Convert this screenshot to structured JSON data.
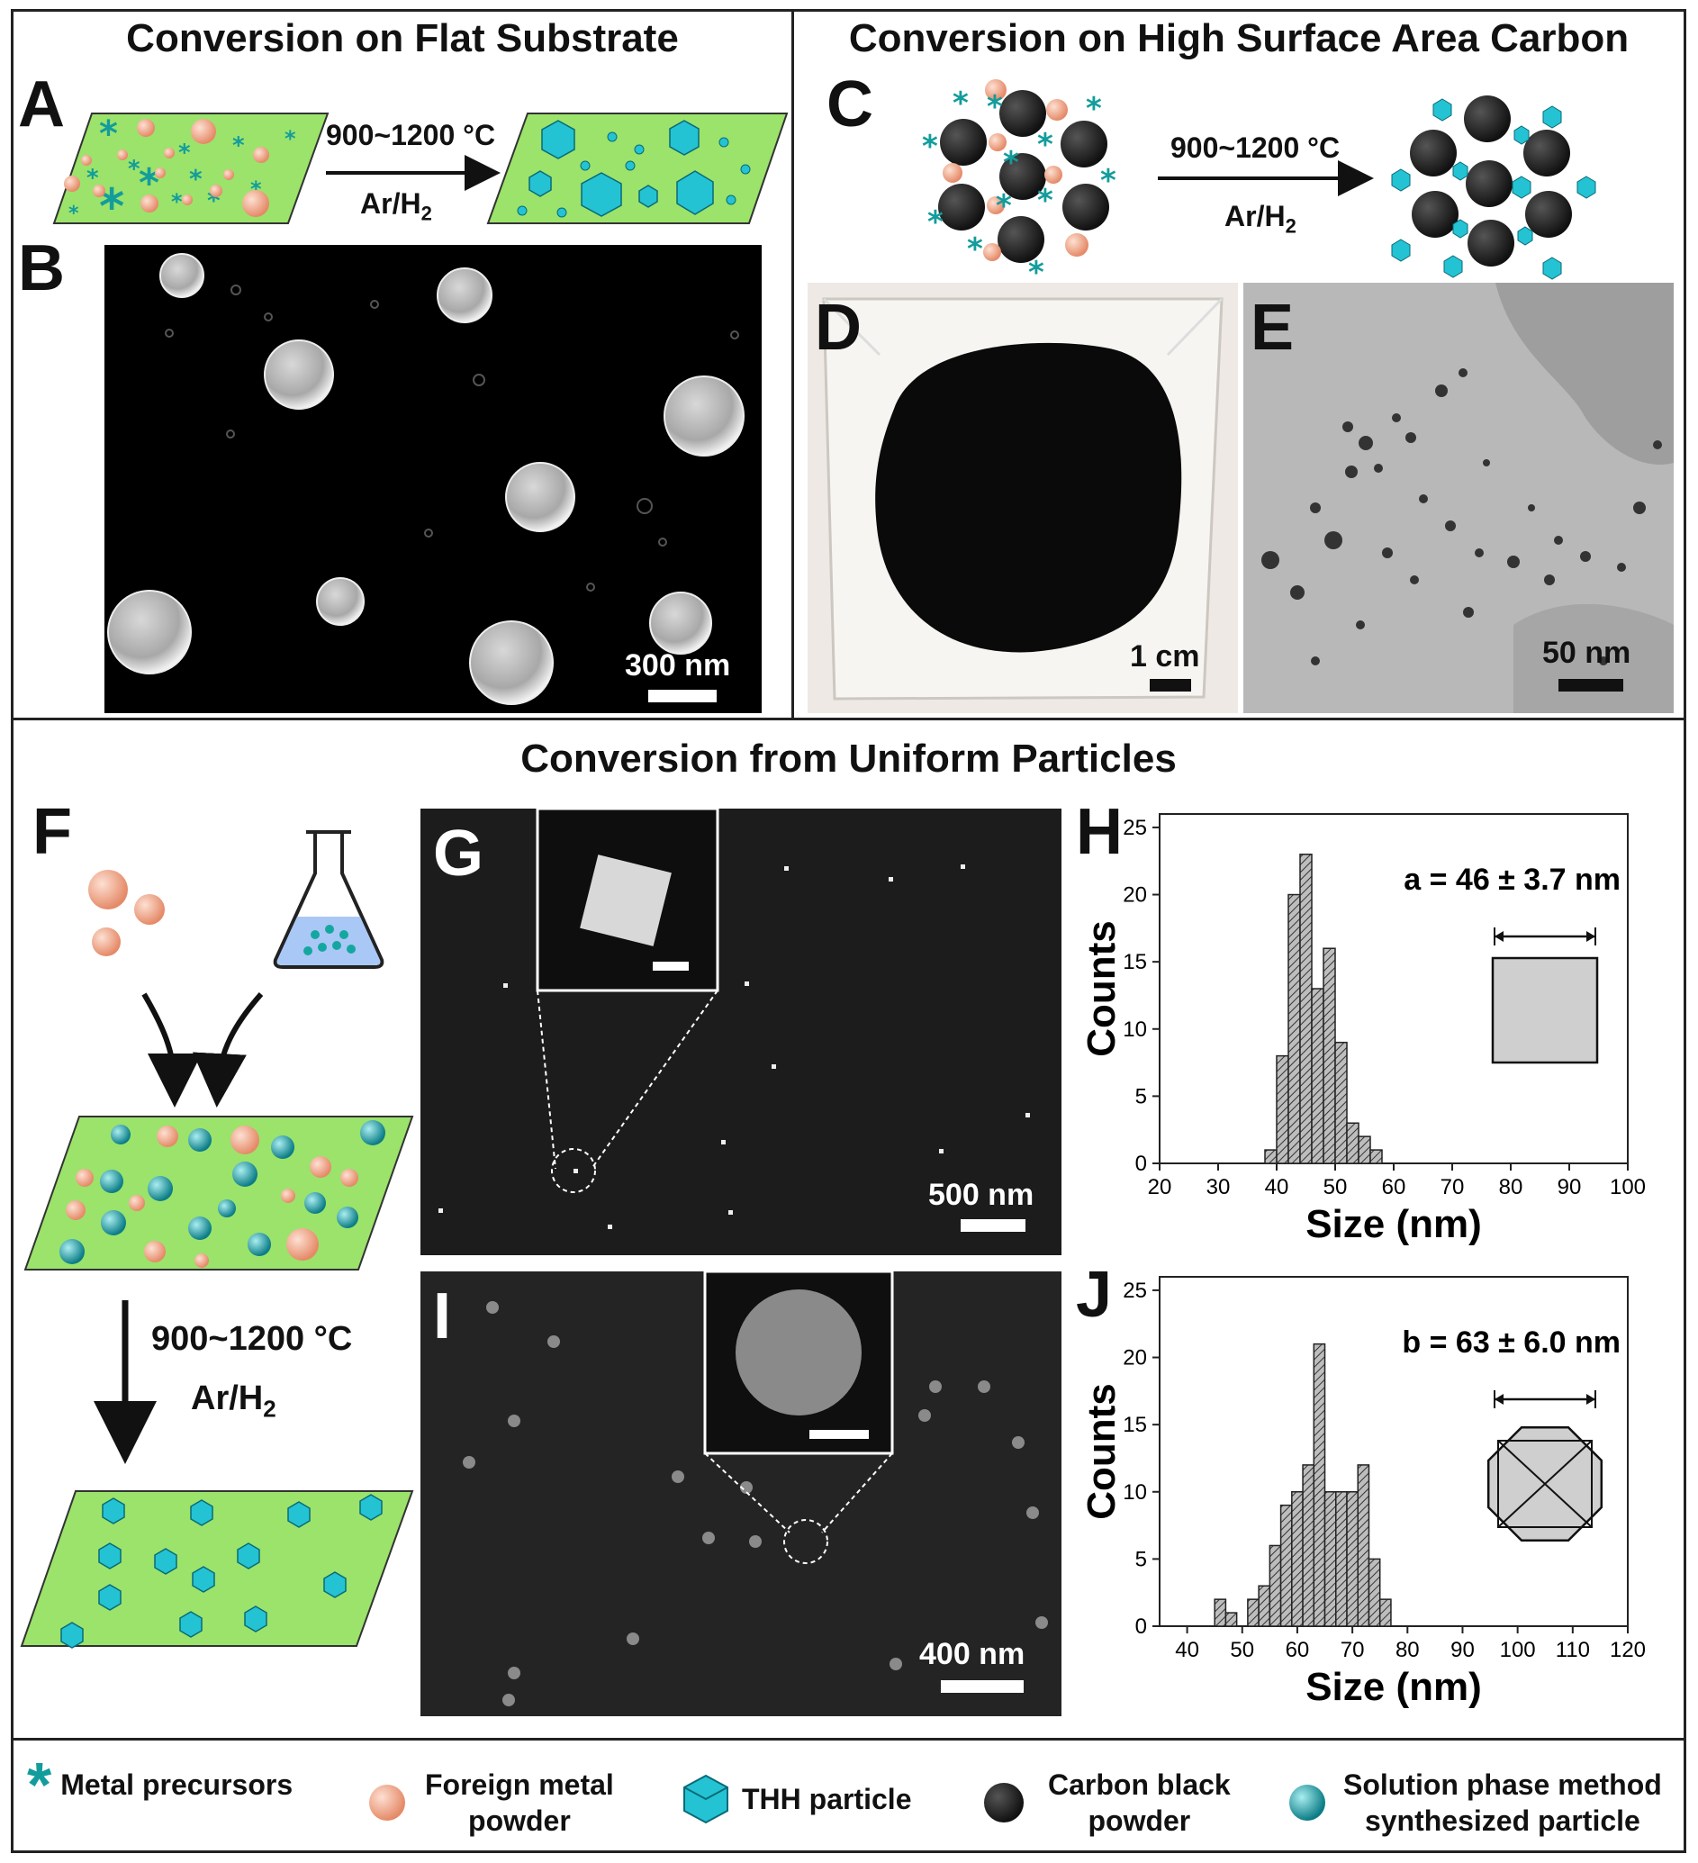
{
  "sections": {
    "flat": "Conversion on Flat Substrate",
    "carbon": "Conversion on High Surface Area Carbon",
    "uniform": "Conversion from Uniform Particles"
  },
  "panels": [
    "A",
    "B",
    "C",
    "D",
    "E",
    "F",
    "G",
    "H",
    "I",
    "J"
  ],
  "conditions": {
    "temp": "900~1200 °C",
    "gas": "Ar/H",
    "gas_sub": "2"
  },
  "scale_bars": {
    "B": "300 nm",
    "D": "1 cm",
    "E": "50 nm",
    "G": "500 nm",
    "I": "400 nm"
  },
  "legend": {
    "metal_precursors": "Metal precursors",
    "foreign_metal": [
      "Foreign metal",
      "powder"
    ],
    "thh": "THH particle",
    "carbon_black": [
      "Carbon black",
      "powder"
    ],
    "solution_phase": [
      "Solution phase method",
      "synthesized particle"
    ]
  },
  "colors": {
    "substrate": "#9be36a",
    "precursor": "#139c9c",
    "foreign": "#f0a98c",
    "thh": "#24c3d3",
    "carbon": "#222222",
    "solution": "#14a7a0"
  },
  "chart_data": [
    {
      "type": "bar",
      "panel": "H",
      "xlabel": "Size (nm)",
      "ylabel": "Counts",
      "xlim": [
        20,
        100
      ],
      "ylim": [
        0,
        26
      ],
      "xticks": [
        20,
        30,
        40,
        50,
        60,
        70,
        80,
        90,
        100
      ],
      "yticks": [
        0,
        5,
        10,
        15,
        20,
        25
      ],
      "bin_width": 2,
      "x": [
        39,
        41,
        43,
        45,
        47,
        49,
        51,
        53,
        55,
        57
      ],
      "values": [
        1,
        8,
        20,
        23,
        13,
        16,
        9,
        3,
        2,
        1
      ],
      "annotation": "a = 46 ± 3.7 nm",
      "inset_shape": "square"
    },
    {
      "type": "bar",
      "panel": "J",
      "xlabel": "Size (nm)",
      "ylabel": "Counts",
      "xlim": [
        35,
        120
      ],
      "ylim": [
        0,
        26
      ],
      "xticks": [
        40,
        50,
        60,
        70,
        80,
        90,
        100,
        110,
        120
      ],
      "yticks": [
        0,
        5,
        10,
        15,
        20,
        25
      ],
      "bin_width": 2,
      "x": [
        46,
        48,
        52,
        54,
        56,
        58,
        60,
        62,
        64,
        66,
        68,
        70,
        72,
        74,
        76
      ],
      "values": [
        2,
        1,
        2,
        3,
        6,
        9,
        10,
        12,
        21,
        10,
        10,
        10,
        12,
        5,
        2
      ],
      "annotation": "b = 63 ± 6.0 nm",
      "inset_shape": "octagon"
    }
  ]
}
